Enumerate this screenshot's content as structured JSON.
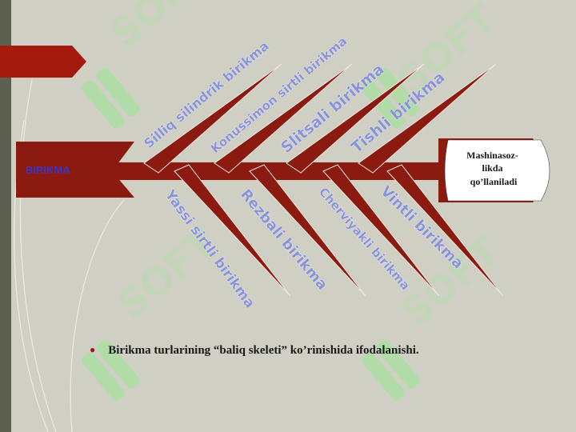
{
  "slide": {
    "colors": {
      "background": "#cfcfc4",
      "spine": "#8b1a10",
      "bone": "#8b1a10",
      "bone_text": "#8a93d8",
      "head_text": "#3b35c8",
      "watermark": "#a9dfa0",
      "left_bar": "#5b6150",
      "bullet": "#a01810"
    },
    "watermark": "SOFT",
    "fishbone": {
      "tail_label": "BIRIKMA",
      "head_label_lines": [
        "Mashinasoz-",
        "likda",
        "qo’llaniladi"
      ],
      "upper_bones": [
        "Silliq silindrik birikma",
        "Konussimon sirtli birikma",
        "Slitsali birikma",
        "Tishli birikma"
      ],
      "lower_bones": [
        "Yassi sirtli birikma",
        "Rezbali birikma",
        "Cherviyakli birikma",
        "Vintli birikma"
      ]
    },
    "bullet": {
      "icon": "bullet-dot",
      "text": "Birikma turlarining “baliq skeleti” ko’rinishida ifodalanishi."
    }
  }
}
